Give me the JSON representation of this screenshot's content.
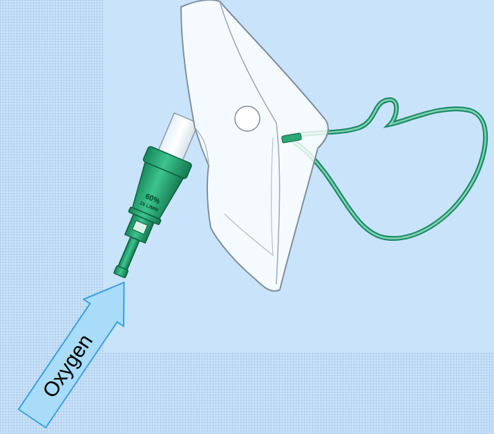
{
  "diagram": {
    "nodes": [
      {
        "text": [
          "Oxygen"
        ]
      }
    ],
    "labels": [
      "60%",
      "15 L/MIN"
    ]
  }
}
